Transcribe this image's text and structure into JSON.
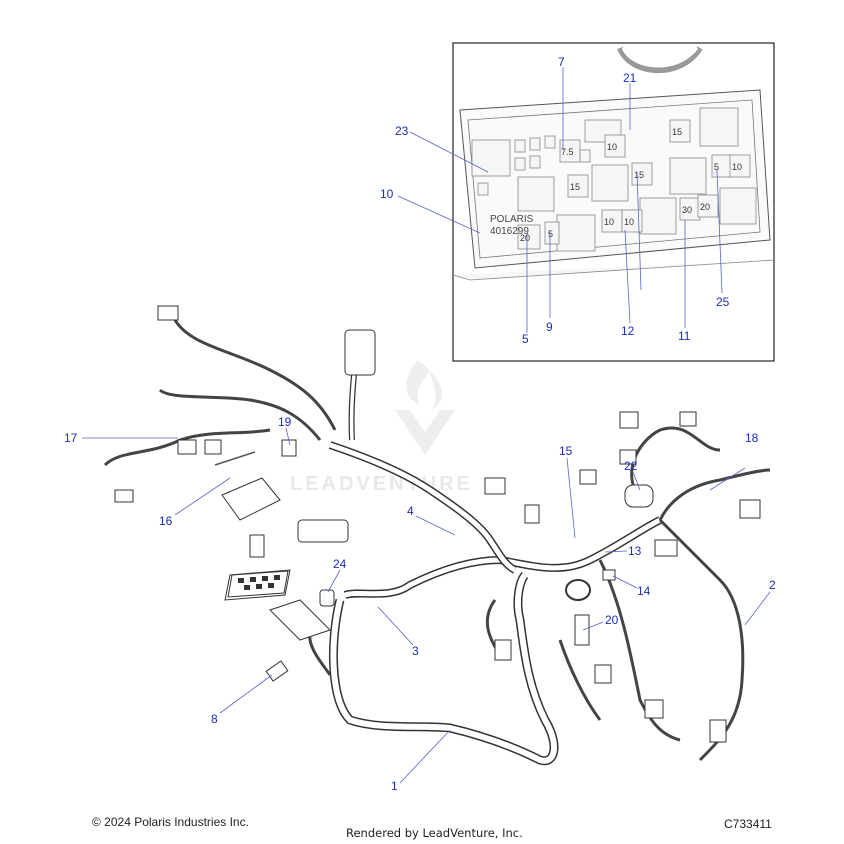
{
  "diagram": {
    "callouts": [
      "1",
      "2",
      "3",
      "4",
      "5",
      "7",
      "8",
      "9",
      "10",
      "11",
      "12",
      "13",
      "14",
      "15",
      "16",
      "17",
      "18",
      "19",
      "20",
      "21",
      "22",
      "23",
      "24",
      "25"
    ],
    "fuse_block": {
      "brand_text": "POLARIS",
      "part_number": "4016299",
      "fuse_values": [
        "20",
        "15",
        "10",
        "10",
        "15",
        "30",
        "20",
        "15",
        "5",
        "7.5",
        "10",
        "5",
        "10"
      ]
    },
    "watermark": "LEADVENTURE"
  },
  "footer": {
    "copyright": "© 2024 Polaris Industries Inc.",
    "rendered_by": "Rendered by LeadVenture, Inc.",
    "figure_id": "C733411"
  }
}
